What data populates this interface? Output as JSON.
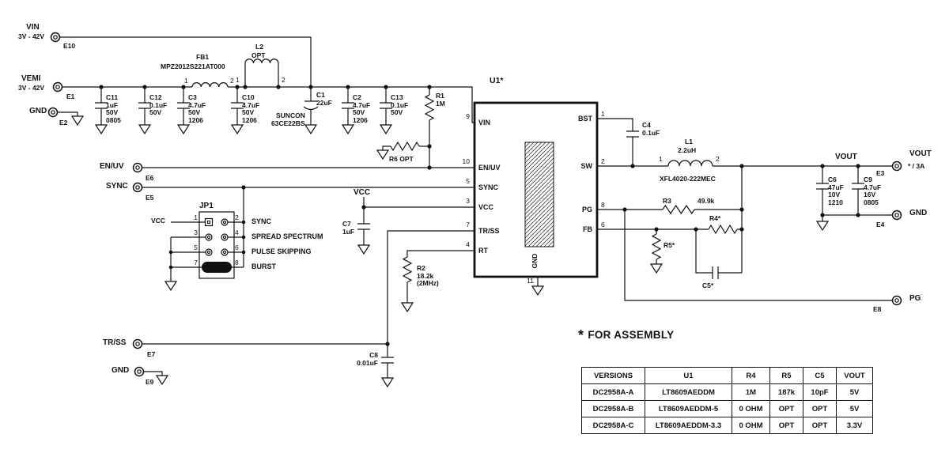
{
  "terminals": {
    "e10": {
      "name": "VIN",
      "range": "3V - 42V",
      "ref": "E10"
    },
    "e1": {
      "name": "VEMI",
      "range": "3V - 42V",
      "ref": "E1"
    },
    "e2": {
      "name": "GND",
      "ref": "E2"
    },
    "e6": {
      "name": "EN/UV",
      "ref": "E6"
    },
    "e5": {
      "name": "SYNC",
      "ref": "E5"
    },
    "e7": {
      "name": "TR/SS",
      "ref": "E7"
    },
    "e9": {
      "name": "GND",
      "ref": "E9"
    },
    "e3": {
      "name": "VOUT",
      "sub": "* / 3A",
      "ref": "E3",
      "rail_label": "VOUT"
    },
    "e4": {
      "name": "GND",
      "ref": "E4"
    },
    "e8": {
      "name": "PG",
      "ref": "E8"
    }
  },
  "components": {
    "c11": [
      "C11",
      "1uF",
      "50V",
      "0805"
    ],
    "c12": [
      "C12",
      "0.1uF",
      "50V"
    ],
    "c3": [
      "C3",
      "4.7uF",
      "50V",
      "1206"
    ],
    "fb1": {
      "ref": "FB1",
      "part": "MPZ2012S221AT000",
      "pin1": "1",
      "pin2": "2"
    },
    "c10": [
      "C10",
      "4.7uF",
      "50V",
      "1206"
    ],
    "l2": {
      "ref": "L2",
      "opt": "OPT",
      "pin1": "1",
      "pin2": "2"
    },
    "c1": {
      "ref": "C1",
      "value": "22uF",
      "mfr": "SUNCON",
      "part": "63CE22BS"
    },
    "c2": [
      "C2",
      "4.7uF",
      "50V",
      "1206"
    ],
    "c13": [
      "C13",
      "0.1uF",
      "50V"
    ],
    "r1": [
      "R1",
      "1M"
    ],
    "r6": "R6 OPT",
    "c7": [
      "C7",
      "1uF"
    ],
    "r2": [
      "R2",
      "18.2k",
      "(2MHz)"
    ],
    "c8": [
      "C8",
      "0.01uF"
    ],
    "c4": [
      "C4",
      "0.1uF"
    ],
    "l1": {
      "ref": "L1",
      "value": "2.2uH",
      "part": "XFL4020-222MEC",
      "pin1": "1",
      "pin2": "2"
    },
    "c6": [
      "C6",
      "47uF",
      "10V",
      "1210"
    ],
    "c9": [
      "C9",
      "4.7uF",
      "16V",
      "0805"
    ],
    "r3": {
      "ref": "R3",
      "value": "49.9k"
    },
    "r4": "R4*",
    "r5": "R5*",
    "c5": "C5*"
  },
  "vcc_label": "VCC",
  "u1": {
    "label": "U1*",
    "pins_left": [
      {
        "num": "9",
        "name": "VIN"
      },
      {
        "num": "10",
        "name": "EN/UV"
      },
      {
        "num": "5",
        "name": "SYNC"
      },
      {
        "num": "3",
        "name": "VCC"
      },
      {
        "num": "7",
        "name": "TR/SS"
      },
      {
        "num": "4",
        "name": "RT"
      }
    ],
    "pins_right": [
      {
        "num": "1",
        "name": "BST"
      },
      {
        "num": "2",
        "name": "SW"
      },
      {
        "num": "8",
        "name": "PG"
      },
      {
        "num": "6",
        "name": "FB"
      }
    ],
    "pin_gnd": {
      "num": "11",
      "name": "GND"
    }
  },
  "jp1": {
    "label": "JP1",
    "vcc": "VCC",
    "rows": [
      {
        "l": "1",
        "r": "2",
        "name": "SYNC"
      },
      {
        "l": "3",
        "r": "4",
        "name": "SPREAD SPECTRUM"
      },
      {
        "l": "5",
        "r": "6",
        "name": "PULSE SKIPPING"
      },
      {
        "l": "7",
        "r": "8",
        "name": "BURST"
      }
    ]
  },
  "note": {
    "star": "*",
    "text": "FOR ASSEMBLY"
  },
  "table": {
    "headers": [
      "VERSIONS",
      "U1",
      "R4",
      "R5",
      "C5",
      "VOUT"
    ],
    "rows": [
      [
        "DC2958A-A",
        "LT8609AEDDM",
        "1M",
        "187k",
        "10pF",
        "5V"
      ],
      [
        "DC2958A-B",
        "LT8609AEDDM-5",
        "0 OHM",
        "OPT",
        "OPT",
        "5V"
      ],
      [
        "DC2958A-C",
        "LT8609AEDDM-3.3",
        "0 OHM",
        "OPT",
        "OPT",
        "3.3V"
      ]
    ]
  }
}
